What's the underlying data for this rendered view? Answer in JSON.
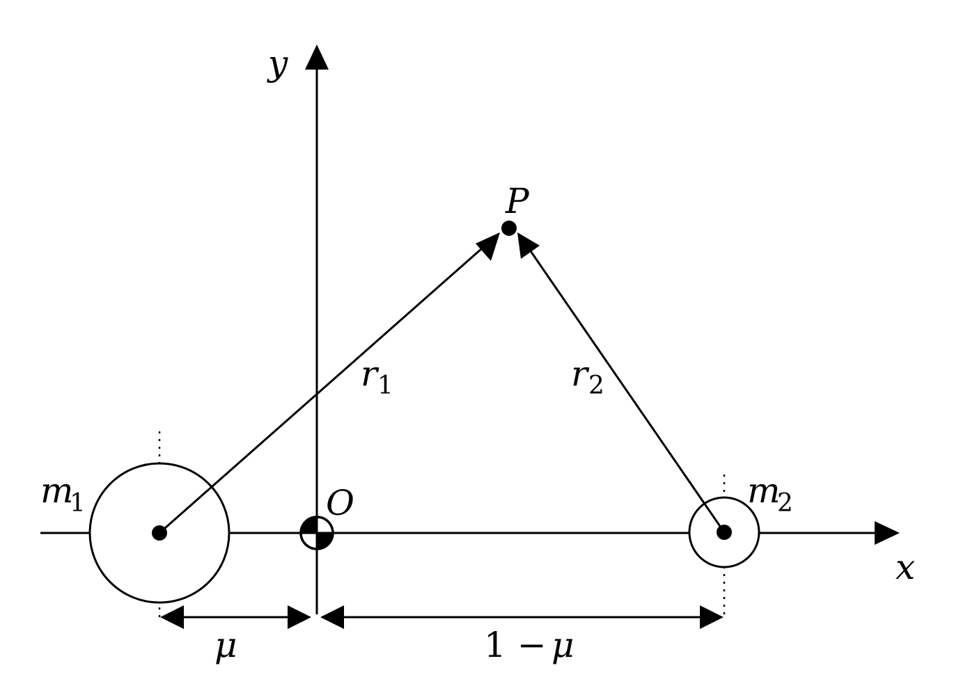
{
  "labels": {
    "y_axis": "y",
    "x_axis": "x",
    "origin": "O",
    "point": "P",
    "mass1": "m",
    "mass1_sub": "1",
    "mass2": "m",
    "mass2_sub": "2",
    "r1": "r",
    "r1_sub": "1",
    "r2": "r",
    "r2_sub": "2",
    "dist_left": "μ",
    "dist_right_num": "1 − ",
    "dist_right_mu": "μ"
  },
  "colors": {
    "stroke": "#000000",
    "background": "#ffffff"
  }
}
